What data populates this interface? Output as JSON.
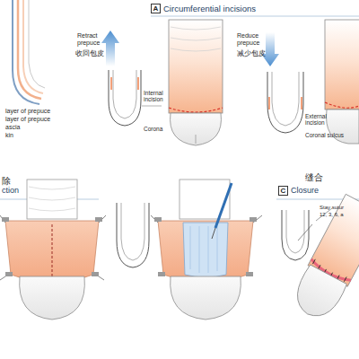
{
  "diagram": {
    "nodes": [
      {
        "text": [
          "A"
        ]
      },
      {
        "text": [
          "C"
        ]
      }
    ],
    "labels": [
      "layer of prepuce",
      "layer of prepuce",
      "ascia",
      "kin",
      "Circumferential incisions",
      "Retract prepuce",
      "收回包皮",
      "Internal incision",
      "Corona",
      "Reduce prepuce",
      "减少包皮",
      "External incision",
      "Coronal sulcus",
      "除",
      "ction",
      "缝合",
      "Closure",
      "Stay sutur",
      "12, 3, 6, a"
    ]
  }
}
